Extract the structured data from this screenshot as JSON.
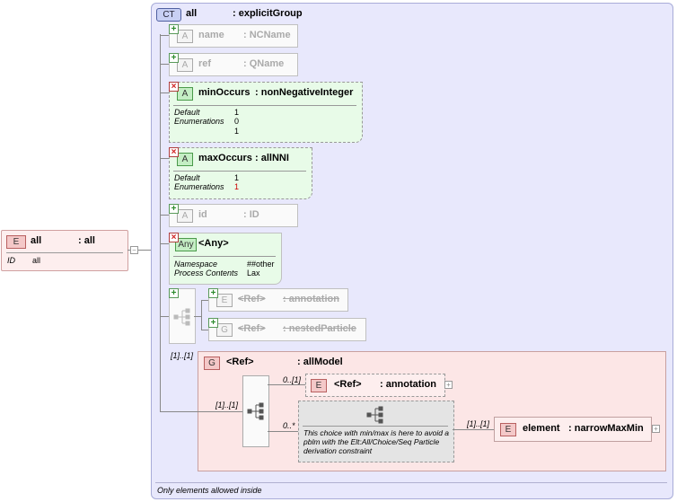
{
  "element_all": {
    "tag": "E",
    "name": "all",
    "type": ": all",
    "attr_name": "ID",
    "attr_value": "all"
  },
  "complex_type": {
    "tag": "CT",
    "name": "all",
    "type": ": explicitGroup",
    "footer": "Only elements allowed inside"
  },
  "attributes": [
    {
      "tag": "A",
      "name": "name",
      "type": ": NCName"
    },
    {
      "tag": "A",
      "name": "ref",
      "type": ": QName"
    },
    {
      "tag": "A",
      "name": "minOccurs",
      "type": ": nonNegativeInteger",
      "facets": {
        "default_label": "Default",
        "default_value": "1",
        "enum_label": "Enumerations",
        "enum_values": [
          "0",
          "1"
        ]
      }
    },
    {
      "tag": "A",
      "name": "maxOccurs",
      "type": ": allNNI",
      "facets": {
        "default_label": "Default",
        "default_value": "1",
        "enum_label": "Enumerations",
        "enum_values": [
          "1"
        ]
      }
    },
    {
      "tag": "A",
      "name": "id",
      "type": ": ID"
    }
  ],
  "any_attribute": {
    "tag": "Any",
    "name": "<Any>",
    "namespace_label": "Namespace",
    "namespace_value": "##other",
    "process_label": "Process Contents",
    "process_value": "Lax"
  },
  "prohibited_seq": [
    {
      "tag": "E",
      "name": "<Ref>",
      "type": ": annotation"
    },
    {
      "tag": "G",
      "name": "<Ref>",
      "type": ": nestedParticle"
    }
  ],
  "group_model": {
    "tag": "G",
    "name": "<Ref>",
    "type": ": allModel",
    "cardinality": "[1]..[1]",
    "inner_cardinality": "[1]..[1]",
    "annotation": {
      "tag": "E",
      "name": "<Ref>",
      "type": ": annotation",
      "cardinality": "0..[1]"
    },
    "choice": {
      "cardinality": "0..*",
      "note": "This choice with min/max is here to avoid a pblm with the Elt:All/Choice/Seq Particle derivation constraint"
    },
    "element": {
      "tag": "E",
      "name": "element",
      "type": ": narrowMaxMin",
      "cardinality": "[1]..[1]"
    }
  }
}
